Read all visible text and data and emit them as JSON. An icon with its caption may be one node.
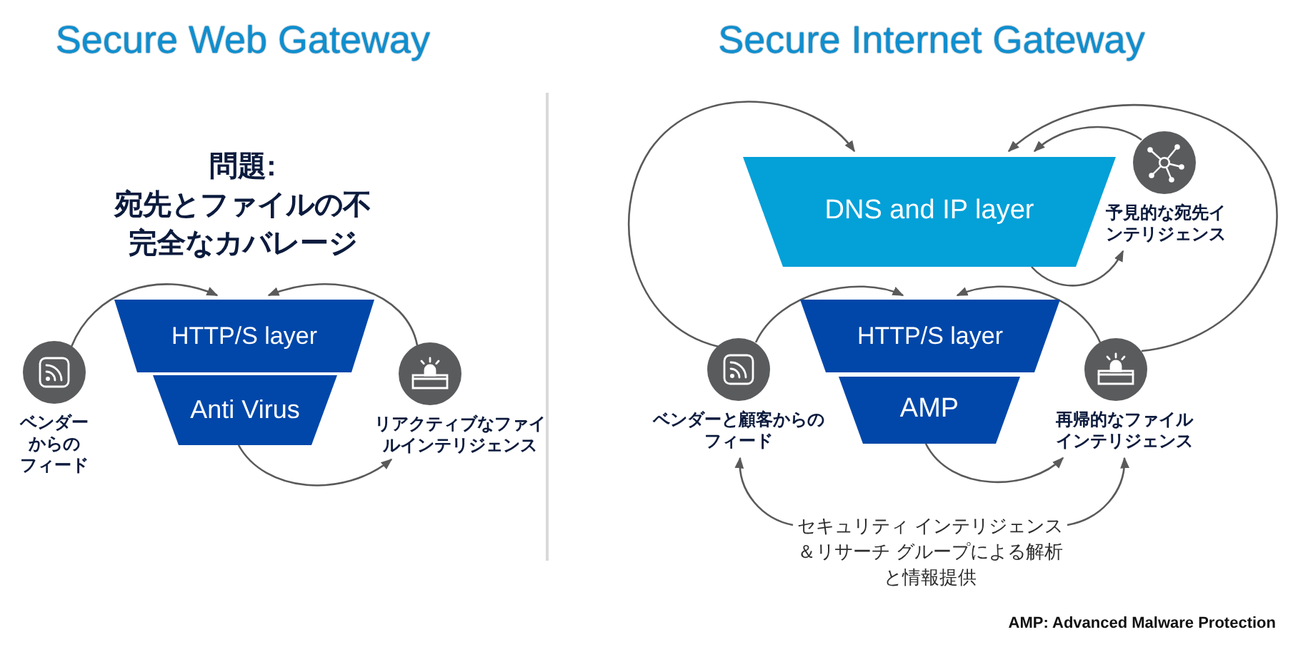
{
  "diagram": {
    "nodes": [
      {
        "text": [
          "HTTP/S layer"
        ]
      },
      {
        "text": [
          "Anti Virus"
        ]
      },
      {
        "text": [],
        "shape": "circle",
        "beside": [
          "ベンダーからのフィード"
        ]
      },
      {
        "text": [],
        "shape": "circle",
        "beside": [
          "リアクティブなファイルインテリジェンス"
        ]
      },
      {
        "text": [
          "DNS and IP layer"
        ]
      },
      {
        "text": [
          "HTTP/S layer"
        ]
      },
      {
        "text": [
          "AMP"
        ]
      },
      {
        "text": [],
        "shape": "circle",
        "beside": [
          "ベンダーと顧客からのフィード"
        ]
      },
      {
        "text": [],
        "shape": "circle",
        "beside": [
          "予見的な宛先インテリジェンス"
        ]
      },
      {
        "text": [],
        "shape": "circle",
        "beside": [
          "再帰的なファイルインテリジェンス"
        ]
      },
      {
        "text": [
          "セキュリティ インテリジェンス＆リサーチ グループによる解析と情報提供"
        ]
      }
    ],
    "edges": [
      {
        "from": 2,
        "to": 0,
        "arrow": "to"
      },
      {
        "from": 3,
        "to": 0,
        "arrow": "to"
      },
      {
        "from": 1,
        "to": 3,
        "arrow": "to"
      },
      {
        "from": 7,
        "to": 4,
        "arrow": "to"
      },
      {
        "from": 7,
        "to": 5,
        "arrow": "to"
      },
      {
        "from": 9,
        "to": 5,
        "arrow": "to"
      },
      {
        "from": 9,
        "to": 4,
        "arrow": "to"
      },
      {
        "from": 8,
        "to": 4,
        "arrow": "to"
      },
      {
        "from": 4,
        "to": 8,
        "arrow": "to"
      },
      {
        "from": 6,
        "to": 9,
        "arrow": "to"
      },
      {
        "from": 10,
        "to": 7,
        "arrow": "to"
      },
      {
        "from": 10,
        "to": 9,
        "arrow": "to"
      }
    ],
    "labels": [
      "Secure Web Gateway",
      "Secure Internet Gateway",
      "問題:",
      "宛先とファイルの不完全なカバレージ",
      "AMP: Advanced Malware Protection"
    ]
  }
}
